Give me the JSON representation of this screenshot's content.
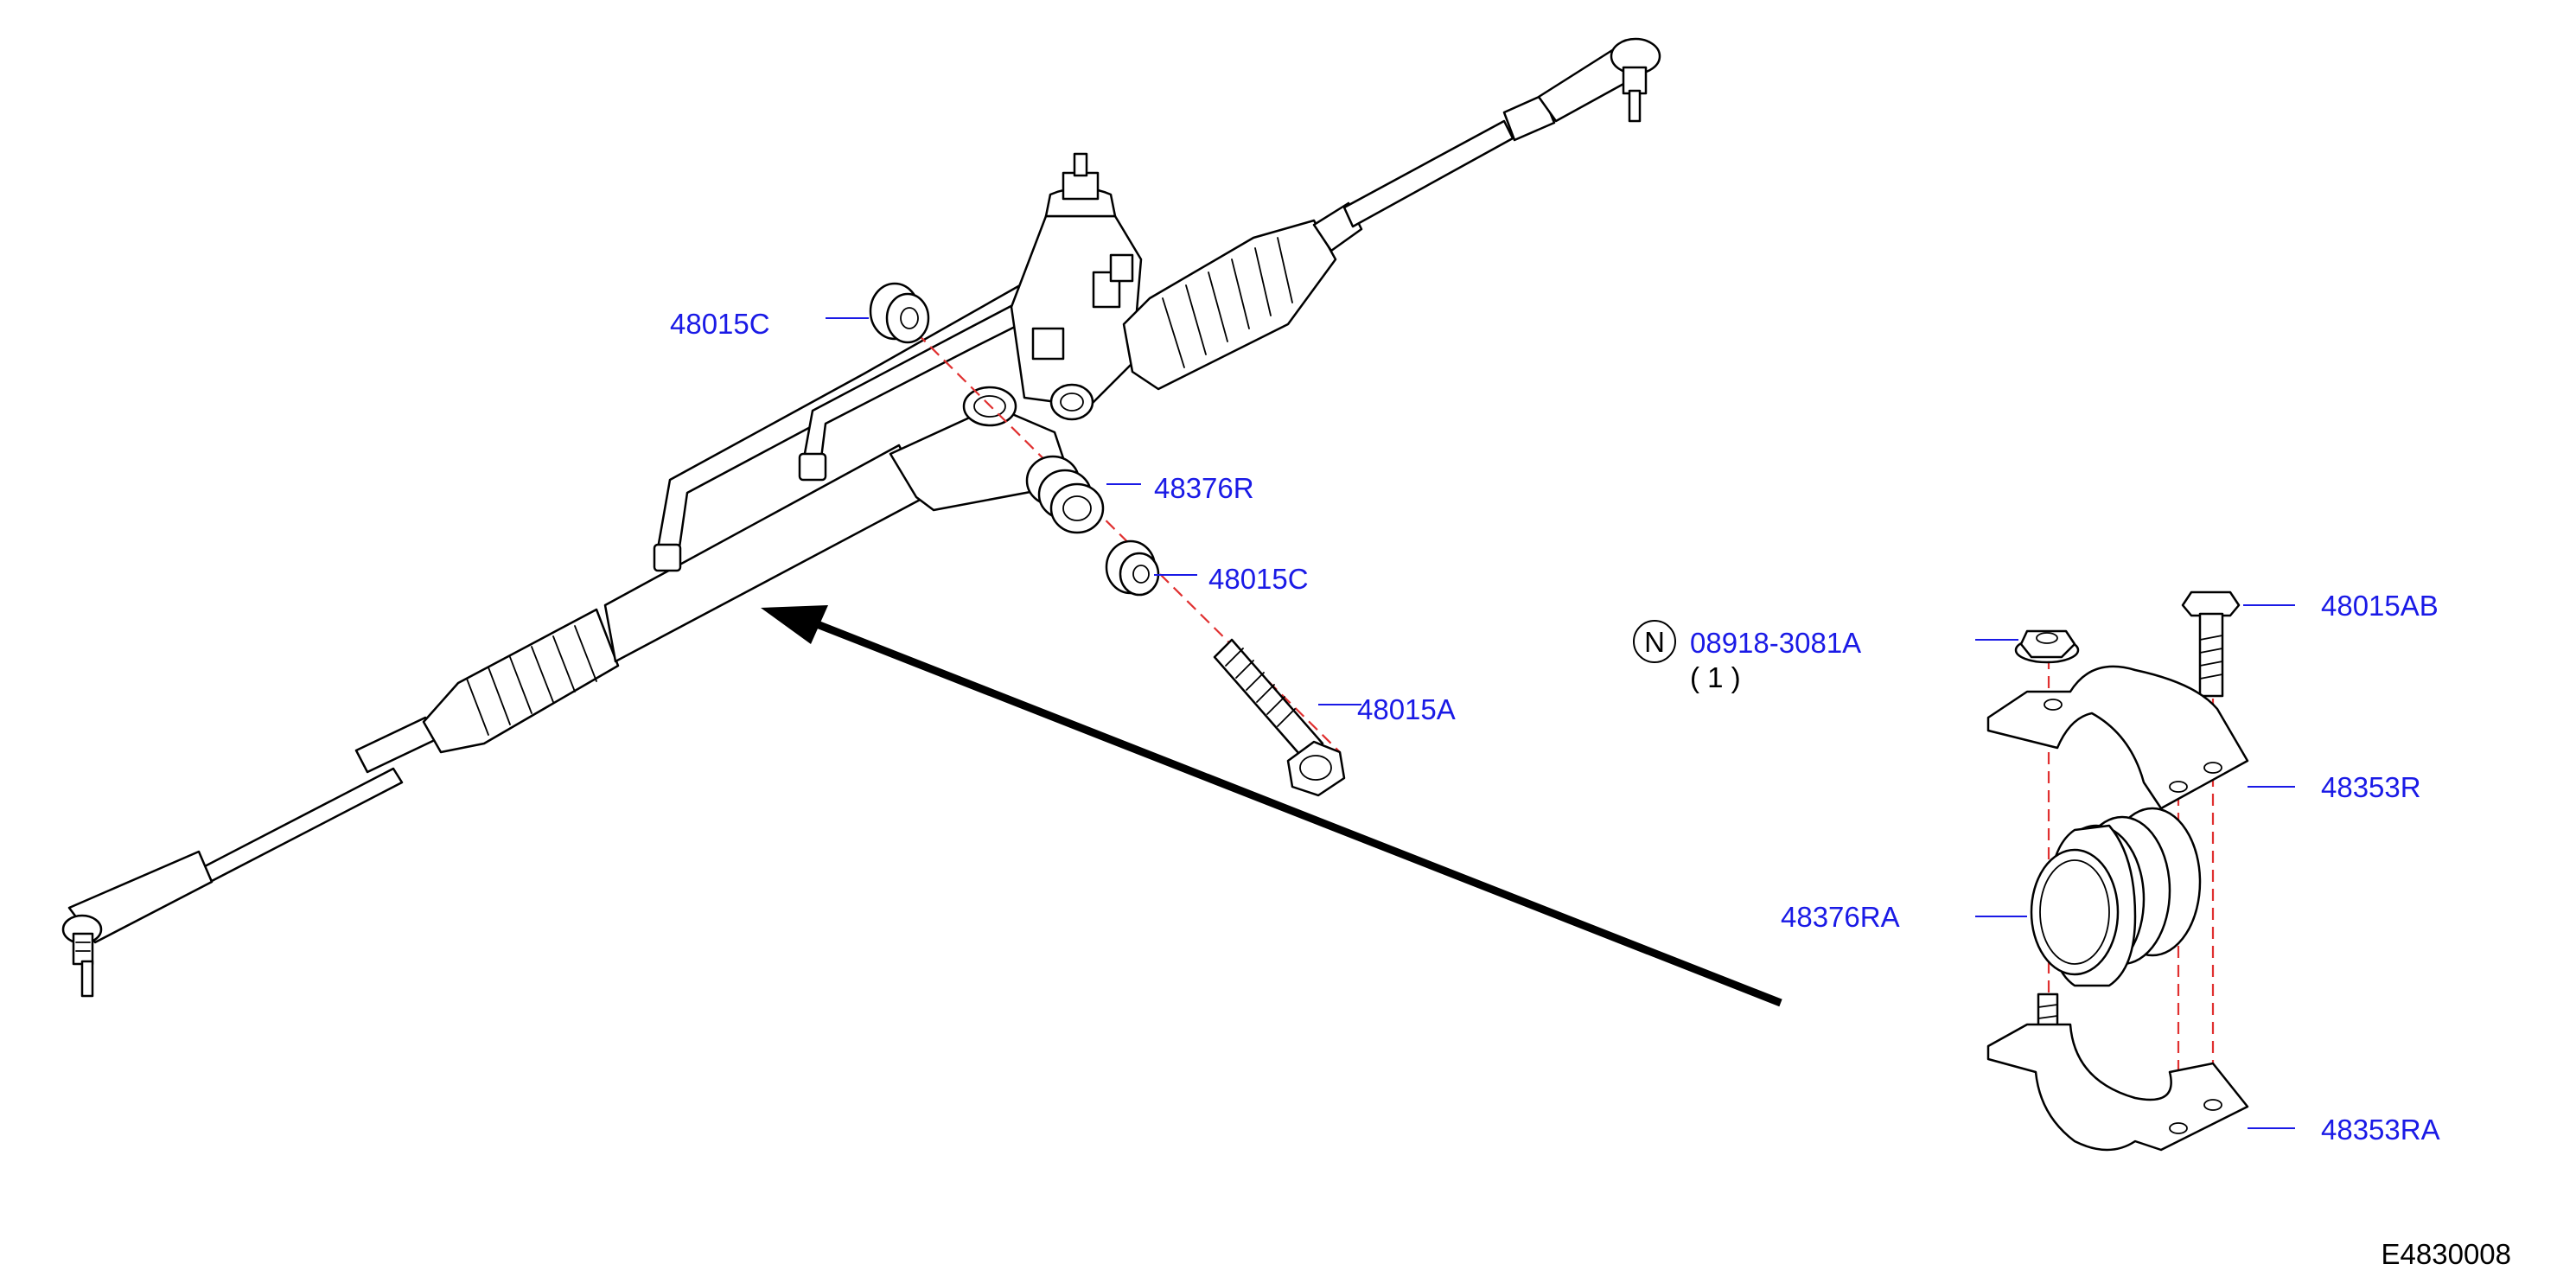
{
  "callouts": {
    "c_48015C_top": "48015C",
    "c_48376R": "48376R",
    "c_48015C_mid": "48015C",
    "c_48015A": "48015A",
    "c_08918": "08918-3081A",
    "c_08918_qty": "( 1 )",
    "c_08918_mark": "N",
    "c_48015AB": "48015AB",
    "c_48353R": "48353R",
    "c_48376RA": "48376RA",
    "c_48353RA": "48353RA"
  },
  "figure_code": "E4830008",
  "colors": {
    "callout": "#1a1ae6",
    "centerline": "#e03030",
    "outline": "#000000"
  }
}
